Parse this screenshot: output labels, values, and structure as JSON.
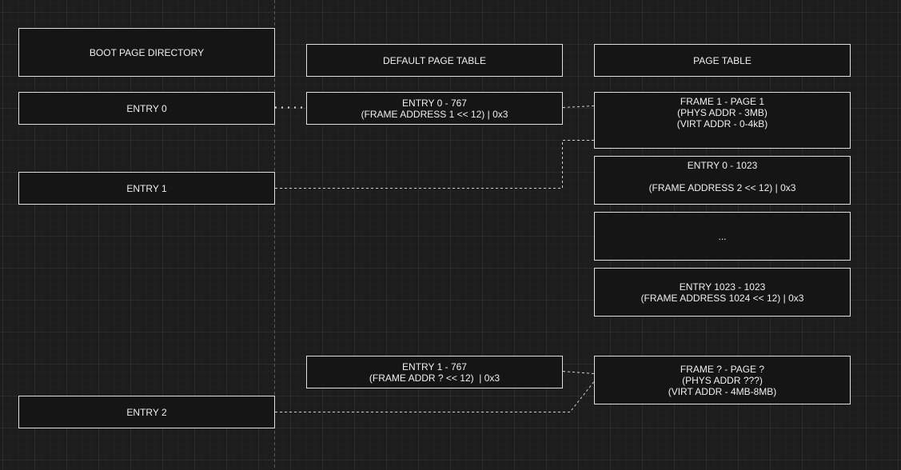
{
  "boot_page_directory": {
    "title": "BOOT PAGE DIRECTORY",
    "entries": [
      "ENTRY 0",
      "ENTRY 1",
      "ENTRY 2"
    ]
  },
  "default_page_table": {
    "title": "DEFAULT PAGE TABLE",
    "entry_0": {
      "line1": "ENTRY 0 - 767",
      "line2": "(FRAME ADDRESS 1 << 12) | 0x3"
    },
    "entry_1": {
      "line1": "ENTRY 1 - 767",
      "line2": "(FRAME ADDR ? << 12)  | 0x3"
    }
  },
  "page_table": {
    "title": "PAGE TABLE",
    "frame_1": {
      "line1": "FRAME 1 - PAGE 1",
      "line2": "(PHYS ADDR - 3MB)",
      "line3": "(VIRT ADDR - 0-4kB)"
    },
    "entry_0": {
      "line1": "ENTRY 0 - 1023",
      "line2": "(FRAME ADDRESS 2 << 12) | 0x3"
    },
    "ellipsis": "...",
    "entry_1023": {
      "line1": "ENTRY 1023 - 1023",
      "line2": "(FRAME ADDRESS 1024 << 12) | 0x3"
    },
    "frame_unknown": {
      "line1": "FRAME ? - PAGE ?",
      "line2": "(PHYS ADDR ???)",
      "line3": "(VIRT ADDR - 4MB-8MB)"
    }
  },
  "colors": {
    "background": "#1d1d1d",
    "box_fill": "#151515",
    "box_border": "#e0e0e0",
    "text": "#f0f0f0",
    "connector": "#cfcfcf"
  }
}
